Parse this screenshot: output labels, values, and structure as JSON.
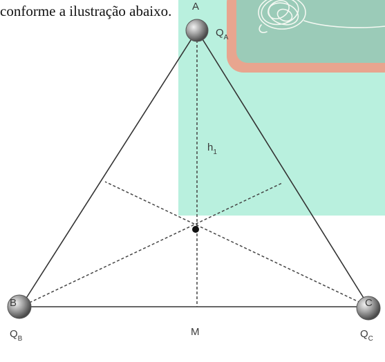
{
  "caption": "conforme a ilustração abaixo.",
  "labels": {
    "vertex_a": "A",
    "vertex_b": "B",
    "vertex_c": "C",
    "charge_a": "Q",
    "charge_a_sub": "A",
    "charge_b": "Q",
    "charge_b_sub": "B",
    "charge_c": "Q",
    "charge_c_sub": "C",
    "height": "h",
    "height_sub": "1",
    "midpoint": "M"
  },
  "colors": {
    "teal_panel": "#b9f0de",
    "board_frame": "#e8a58f",
    "board_face": "#9bcbb8",
    "chalk": "#f4f8f2",
    "line": "#333333",
    "sphere": "#8a8a8a"
  },
  "icons": {
    "board_scribble": "chalk-scribble-icon",
    "charge": "sphere-charge-icon"
  }
}
